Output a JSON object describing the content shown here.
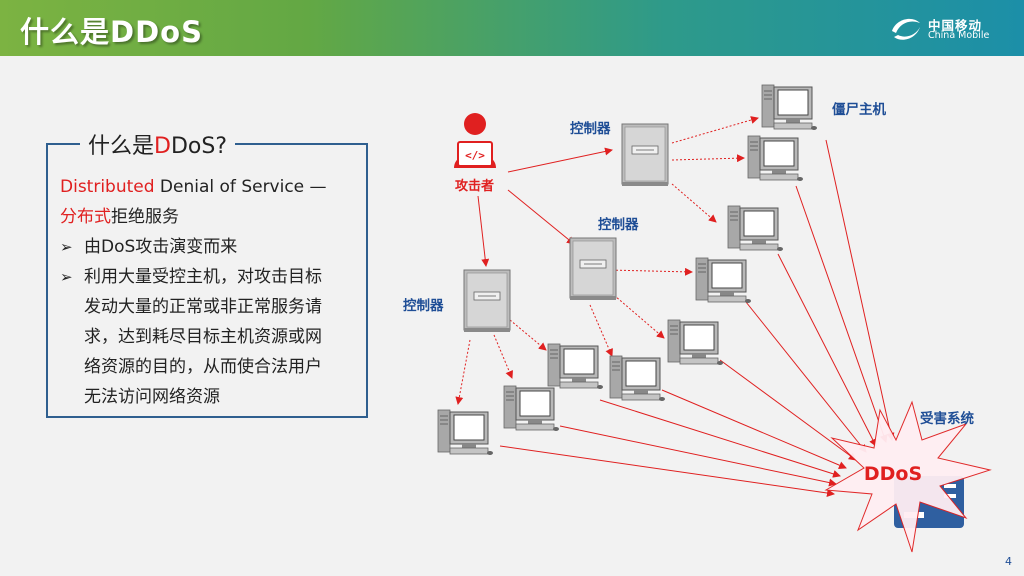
{
  "header": {
    "title": "什么是DDoS"
  },
  "logo": {
    "cn": "中国移动",
    "en": "China Mobile"
  },
  "panel": {
    "title_prefix": "什么是",
    "title_red": "D",
    "title_suffix": "DoS?",
    "line1_red": "Distributed",
    "line1_rest": " Denial of Service —",
    "line2_red": "分布式",
    "line2_rest": "拒绝服务",
    "bullets": [
      "由DoS攻击演变而来",
      "利用大量受控主机，对攻击目标发动大量的正常或非正常服务请求，达到耗尽目标主机资源或网络资源的目的，从而使合法用户无法访问网络资源"
    ],
    "bullet2_lines": [
      "利用大量受控主机，对攻击目标",
      "发动大量的正常或非正常服务请",
      "求，达到耗尽目标主机资源或网",
      "络资源的目的，从而使合法用户",
      "无法访问网络资源"
    ]
  },
  "diagram": {
    "attacker_label": "攻击者",
    "controller_label": "控制器",
    "zombie_label": "僵尸主机",
    "victim_label": "受害系统",
    "burst_text": "DDoS",
    "code_icon": "</>"
  },
  "page_number": "4",
  "colors": {
    "accent_red": "#e02020",
    "label_blue": "#1f4e96",
    "border_blue": "#2f5f8f"
  }
}
